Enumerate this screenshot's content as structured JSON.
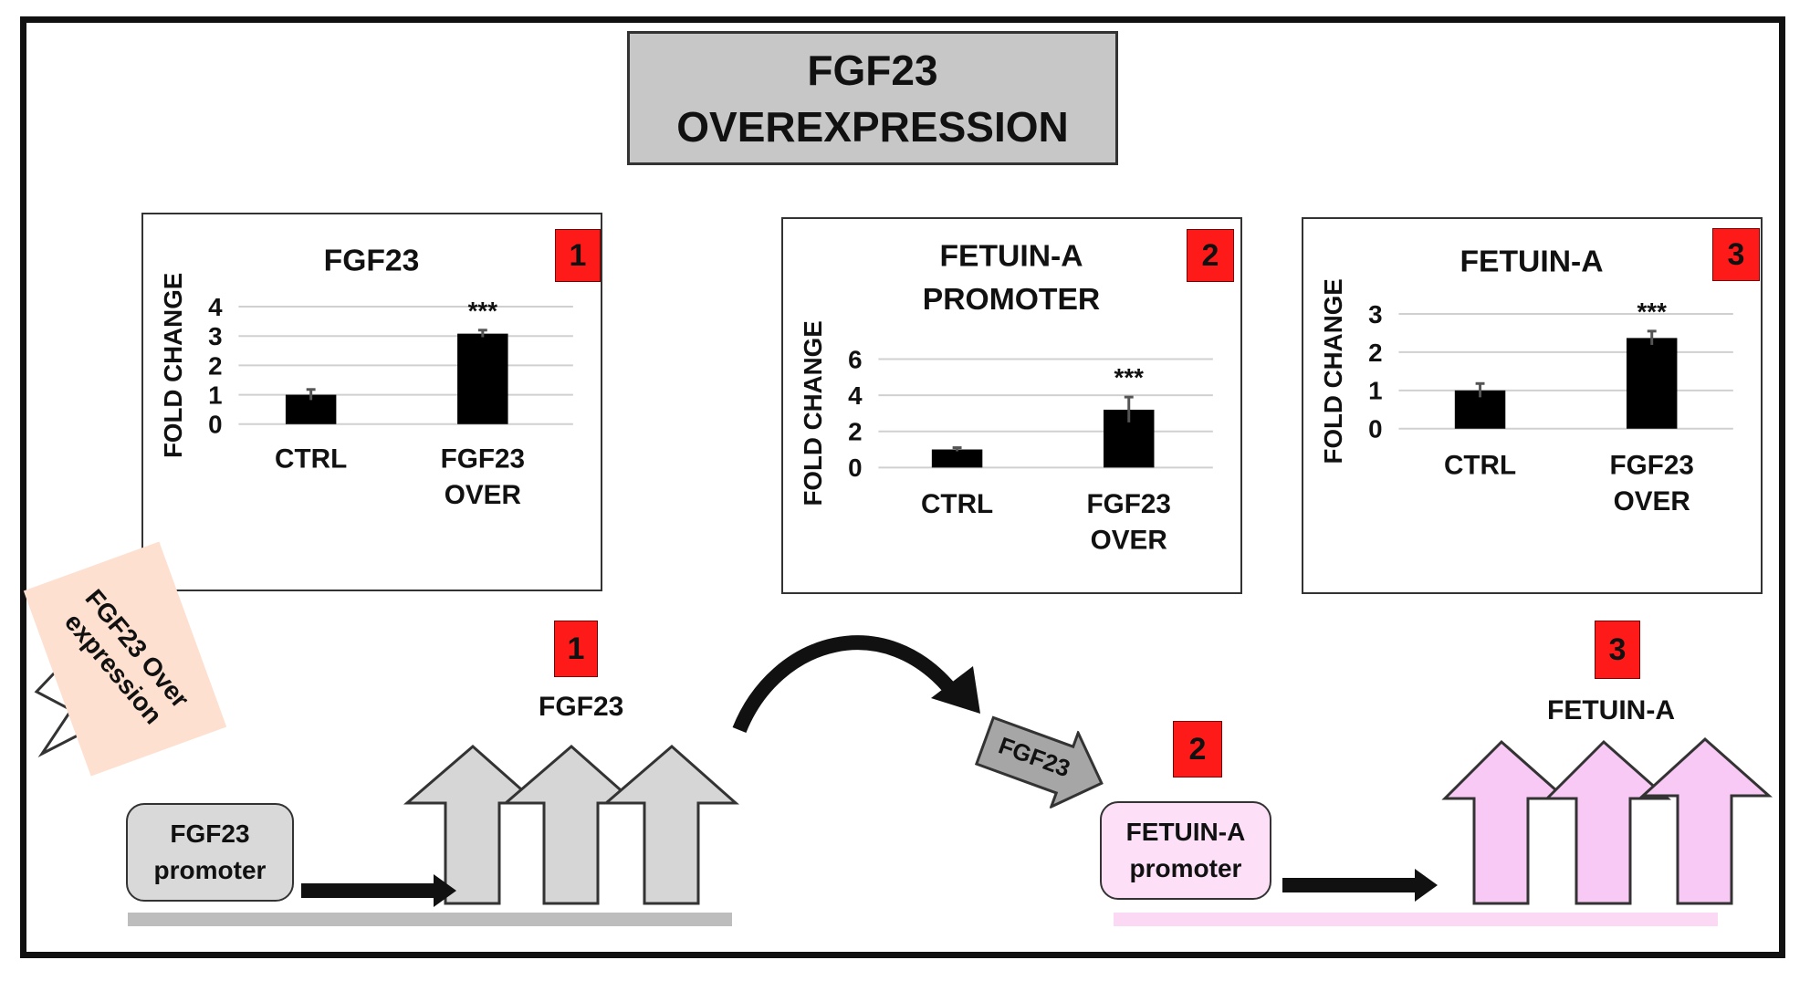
{
  "title": {
    "line1": "FGF23",
    "line2": "OVEREXPRESSION"
  },
  "chart_data": [
    {
      "type": "bar",
      "title": "FGF23",
      "badge": "1",
      "ylabel": "FOLD CHANGE",
      "categories": [
        "CTRL",
        "FGF23 OVER"
      ],
      "values": [
        1.0,
        3.08
      ],
      "errors": [
        0.18,
        0.12
      ],
      "significance": [
        "",
        "***"
      ],
      "ylim": [
        0,
        4
      ],
      "yticks": [
        0,
        1,
        2,
        3,
        4
      ],
      "grid": true
    },
    {
      "type": "bar",
      "title": "FETUIN-A PROMOTER",
      "badge": "2",
      "ylabel": "FOLD CHANGE",
      "categories": [
        "CTRL",
        "FGF23 OVER"
      ],
      "values": [
        1.0,
        3.2
      ],
      "errors": [
        0.1,
        0.7
      ],
      "significance": [
        "",
        "***"
      ],
      "ylim": [
        0,
        6
      ],
      "yticks": [
        0,
        2,
        4,
        6
      ],
      "grid": true
    },
    {
      "type": "bar",
      "title": "FETUIN-A",
      "badge": "3",
      "ylabel": "FOLD CHANGE",
      "categories": [
        "CTRL",
        "FGF23 OVER"
      ],
      "values": [
        1.0,
        2.37
      ],
      "errors": [
        0.18,
        0.18
      ],
      "significance": [
        "",
        "***"
      ],
      "ylim": [
        0,
        3
      ],
      "yticks": [
        0,
        1,
        2,
        3
      ],
      "grid": true
    }
  ],
  "pathway": {
    "note_line1": "FGF23 Over",
    "note_line2": "expression",
    "fgf23_promoter": {
      "line1": "FGF23",
      "line2": "promoter"
    },
    "fetuin_promoter": {
      "line1": "FETUIN-A",
      "line2": "promoter"
    },
    "fgf23_label": "FGF23",
    "fetuin_label": "FETUIN-A",
    "signal_arrow_label": "FGF23",
    "badges": [
      "1",
      "2",
      "3"
    ]
  },
  "colors": {
    "badge": "#ff1a1a",
    "fgf23_arrow": "#d6d6d6",
    "fetuin_arrow": "#f7c9f4",
    "fetuin_box": "#fde0f7",
    "note": "#fde0cf"
  }
}
